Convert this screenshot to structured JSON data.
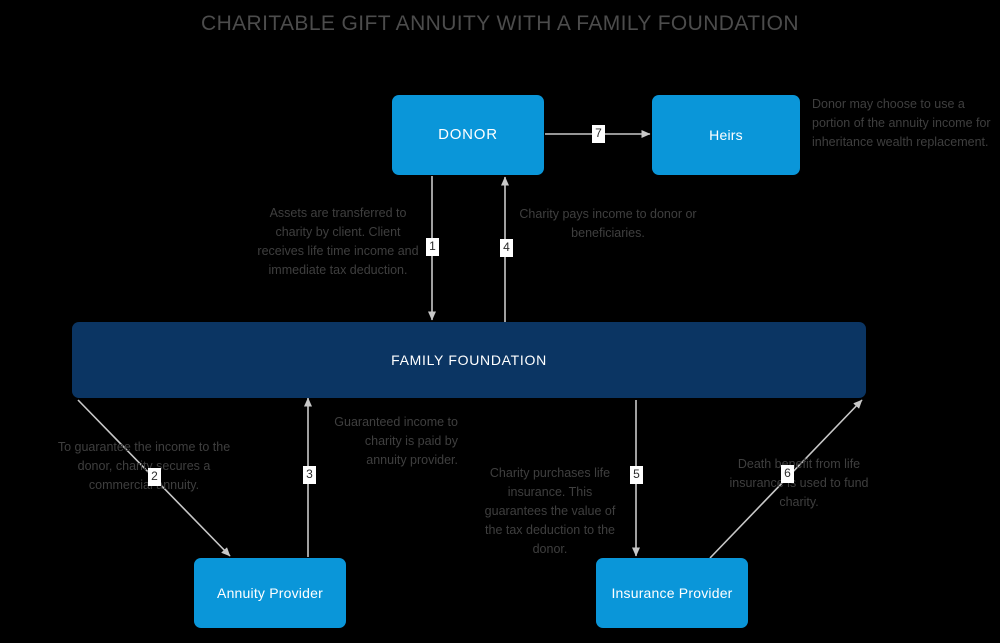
{
  "title": "CHARITABLE GIFT ANNUITY WITH A FAMILY FOUNDATION",
  "colors": {
    "background": "#000000",
    "node_blue": "#0a96d9",
    "node_navy": "#0b3563",
    "arrow": "#c8c8c8",
    "text_gray": "#3f3f3f",
    "title_gray": "#4c4c4c"
  },
  "nodes": {
    "donor": "DONOR",
    "heirs": "Heirs",
    "foundation": "FAMILY FOUNDATION",
    "annuity_provider": "Annuity Provider",
    "insurance_provider": "Insurance Provider"
  },
  "annotations": {
    "heirs": "Donor may choose to use a portion of the annuity income for inheritance wealth replacement.",
    "transfer": "Assets are transferred to charity by client. Client receives life time income and immediate tax deduction.",
    "income": "Charity pays income to donor or beneficiaries.",
    "guarantee": "To guarantee the income to the donor, charity secures a commercial annuity.",
    "guaranteed": "Guaranteed income to charity is paid by annuity provider.",
    "purchase": "Charity purchases life insurance.  This guarantees the value of the tax deduction to the donor.",
    "death": "Death benefit from life insurance is used to fund charity."
  },
  "steps": {
    "s1": "1",
    "s2": "2",
    "s3": "3",
    "s4": "4",
    "s5": "5",
    "s6": "6",
    "s7": "7"
  },
  "flows": [
    {
      "id": "1",
      "from": "DONOR",
      "to": "FAMILY FOUNDATION",
      "label": "Assets are transferred to charity by client. Client receives life time income and immediate tax deduction."
    },
    {
      "id": "2",
      "from": "FAMILY FOUNDATION",
      "to": "Annuity Provider",
      "label": "To guarantee the income to the donor, charity secures a commercial annuity."
    },
    {
      "id": "3",
      "from": "Annuity Provider",
      "to": "FAMILY FOUNDATION",
      "label": "Guaranteed income to charity is paid by annuity provider."
    },
    {
      "id": "4",
      "from": "FAMILY FOUNDATION",
      "to": "DONOR",
      "label": "Charity pays income to donor or beneficiaries."
    },
    {
      "id": "5",
      "from": "FAMILY FOUNDATION",
      "to": "Insurance Provider",
      "label": "Charity purchases life insurance.  This guarantees the value of the tax deduction to the donor."
    },
    {
      "id": "6",
      "from": "Insurance Provider",
      "to": "FAMILY FOUNDATION",
      "label": "Death benefit from life insurance is used to fund charity."
    },
    {
      "id": "7",
      "from": "DONOR",
      "to": "Heirs",
      "label": "Donor may choose to use a portion of the annuity income for inheritance wealth replacement."
    }
  ]
}
